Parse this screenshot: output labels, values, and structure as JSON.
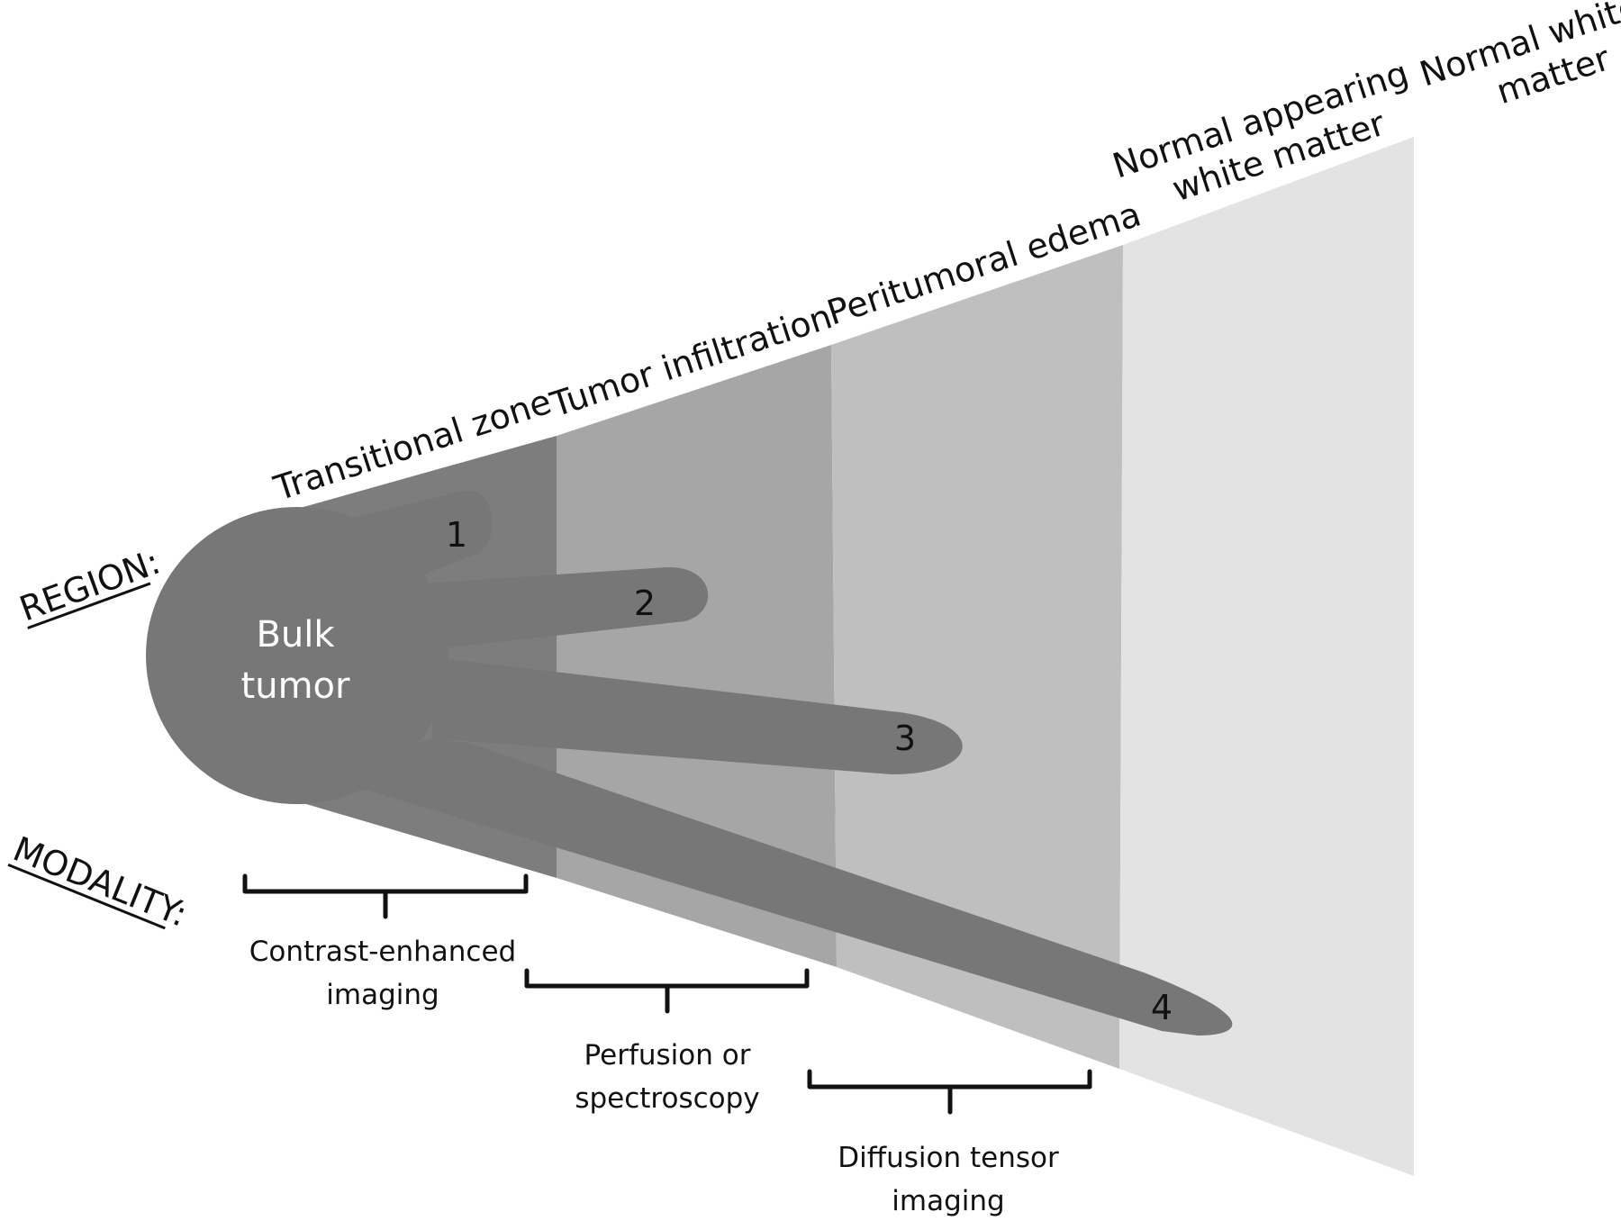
{
  "headings": {
    "region": "REGION:",
    "modality": "MODALITY:"
  },
  "regions": [
    {
      "label": "Transitional zone",
      "color": "#7d7d7d"
    },
    {
      "label": "Tumor infiltration",
      "color": "#a6a6a6"
    },
    {
      "label": "Peritumoral edema",
      "color": "#bfbfbf"
    },
    {
      "label_lines": [
        "Normal appearing",
        "white matter"
      ],
      "color": "#e3e3e3"
    },
    {
      "label_lines": [
        "Normal white",
        "matter"
      ]
    }
  ],
  "tumor": {
    "label_lines": [
      "Bulk",
      "tumor"
    ],
    "color": "#777777"
  },
  "projections": [
    "1",
    "2",
    "3",
    "4"
  ],
  "modalities": [
    {
      "label_lines": [
        "Contrast-enhanced",
        "imaging"
      ]
    },
    {
      "label_lines": [
        "Perfusion or",
        "spectroscopy"
      ]
    },
    {
      "label_lines": [
        "Diffusion tensor",
        "imaging"
      ]
    }
  ]
}
